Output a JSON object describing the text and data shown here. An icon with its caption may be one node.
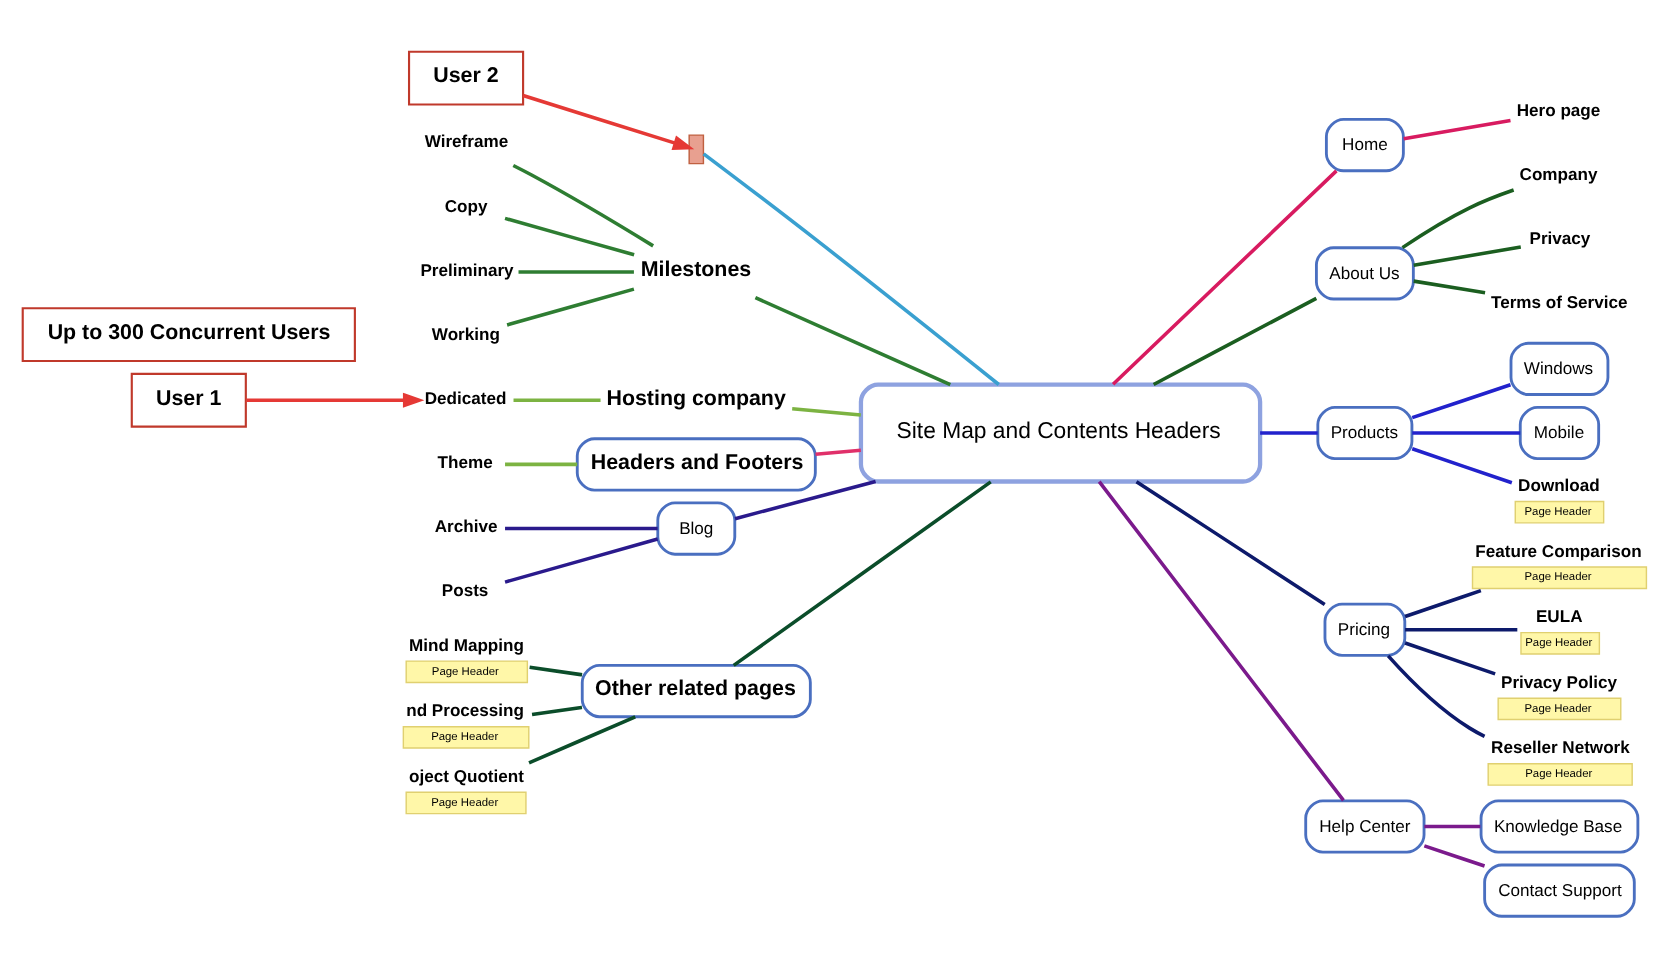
{
  "diagram": {
    "nodes": [
      {
        "text": [
          "Site Map and Contents Headers"
        ]
      },
      {
        "text": [
          "Home"
        ]
      },
      {
        "text": [
          "Hero page"
        ]
      },
      {
        "text": [
          "About Us"
        ]
      },
      {
        "text": [
          "Company"
        ]
      },
      {
        "text": [
          "Privacy"
        ]
      },
      {
        "text": [
          "Terms of Service"
        ]
      },
      {
        "text": [
          "Products"
        ]
      },
      {
        "text": [
          "Windows"
        ]
      },
      {
        "text": [
          "Mobile"
        ]
      },
      {
        "text": [
          "Download",
          "Page Header"
        ]
      },
      {
        "text": [
          "Pricing"
        ]
      },
      {
        "text": [
          "Feature Comparison",
          "Page Header"
        ]
      },
      {
        "text": [
          "EULA",
          "Page Header"
        ]
      },
      {
        "text": [
          "Privacy Policy",
          "Page Header"
        ]
      },
      {
        "text": [
          "Reseller Network",
          "Page Header"
        ]
      },
      {
        "text": [
          "Help Center"
        ]
      },
      {
        "text": [
          "Knowledge Base"
        ]
      },
      {
        "text": [
          "Contact Support"
        ]
      },
      {
        "text": [],
        "shape": "box"
      },
      {
        "text": [
          "Milestones"
        ]
      },
      {
        "text": [
          "Wireframe"
        ]
      },
      {
        "text": [
          "Copy"
        ]
      },
      {
        "text": [
          "Preliminary"
        ]
      },
      {
        "text": [
          "Working"
        ]
      },
      {
        "text": [
          "Hosting company"
        ]
      },
      {
        "text": [
          "Dedicated"
        ]
      },
      {
        "text": [
          "Headers and Footers"
        ]
      },
      {
        "text": [
          "Theme"
        ]
      },
      {
        "text": [
          "Blog"
        ]
      },
      {
        "text": [
          "Archive"
        ]
      },
      {
        "text": [
          "Posts"
        ]
      },
      {
        "text": [
          "Other related pages"
        ]
      },
      {
        "text": [
          "Mind Mapping",
          "Page Header"
        ]
      },
      {
        "text": [
          "nd Processing",
          "Page Header"
        ]
      },
      {
        "text": [
          "oject Quotient",
          "Page Header"
        ]
      },
      {
        "text": [
          "User 2"
        ]
      },
      {
        "text": [
          "User 1"
        ]
      },
      {
        "text": [
          "Up to 300 Concurrent Users"
        ]
      }
    ],
    "edges": [
      {
        "from": 0,
        "to": 1,
        "arrow": "none",
        "color": "#d81b60"
      },
      {
        "from": 1,
        "to": 2,
        "arrow": "none",
        "color": "#d81b60"
      },
      {
        "from": 0,
        "to": 3,
        "arrow": "none",
        "color": "#1b5e20"
      },
      {
        "from": 3,
        "to": 4,
        "arrow": "none",
        "color": "#1b5e20"
      },
      {
        "from": 3,
        "to": 5,
        "arrow": "none",
        "color": "#1b5e20"
      },
      {
        "from": 3,
        "to": 6,
        "arrow": "none",
        "color": "#1b5e20"
      },
      {
        "from": 0,
        "to": 7,
        "arrow": "none",
        "color": "#2222cc"
      },
      {
        "from": 7,
        "to": 8,
        "arrow": "none",
        "color": "#2222cc"
      },
      {
        "from": 7,
        "to": 9,
        "arrow": "none",
        "color": "#2222cc"
      },
      {
        "from": 7,
        "to": 10,
        "arrow": "none",
        "color": "#2222cc"
      },
      {
        "from": 0,
        "to": 11,
        "arrow": "none",
        "color": "#0d1a6b"
      },
      {
        "from": 11,
        "to": 12,
        "arrow": "none",
        "color": "#0d1a6b"
      },
      {
        "from": 11,
        "to": 13,
        "arrow": "none",
        "color": "#0d1a6b"
      },
      {
        "from": 11,
        "to": 14,
        "arrow": "none",
        "color": "#0d1a6b"
      },
      {
        "from": 11,
        "to": 15,
        "arrow": "none",
        "color": "#0d1a6b"
      },
      {
        "from": 0,
        "to": 16,
        "arrow": "none",
        "color": "#7b1a8c"
      },
      {
        "from": 16,
        "to": 17,
        "arrow": "none",
        "color": "#7b1a8c"
      },
      {
        "from": 16,
        "to": 18,
        "arrow": "none",
        "color": "#7b1a8c"
      },
      {
        "from": 0,
        "to": 19,
        "arrow": "none",
        "color": "#3aa0d0"
      },
      {
        "from": 0,
        "to": 20,
        "arrow": "none",
        "color": "#2e7d32"
      },
      {
        "from": 20,
        "to": 21,
        "arrow": "none",
        "color": "#2e7d32"
      },
      {
        "from": 20,
        "to": 22,
        "arrow": "none",
        "color": "#2e7d32"
      },
      {
        "from": 20,
        "to": 23,
        "arrow": "none",
        "color": "#2e7d32"
      },
      {
        "from": 20,
        "to": 24,
        "arrow": "none",
        "color": "#2e7d32"
      },
      {
        "from": 0,
        "to": 25,
        "arrow": "none",
        "color": "#7cb342"
      },
      {
        "from": 25,
        "to": 26,
        "arrow": "none",
        "color": "#7cb342"
      },
      {
        "from": 0,
        "to": 27,
        "arrow": "none",
        "color": "#e0306a"
      },
      {
        "from": 27,
        "to": 28,
        "arrow": "none",
        "color": "#7cb342"
      },
      {
        "from": 0,
        "to": 29,
        "arrow": "none",
        "color": "#2a1a8c"
      },
      {
        "from": 29,
        "to": 30,
        "arrow": "none",
        "color": "#2a1a8c"
      },
      {
        "from": 29,
        "to": 31,
        "arrow": "none",
        "color": "#2a1a8c"
      },
      {
        "from": 0,
        "to": 32,
        "arrow": "none",
        "color": "#0b4d2a"
      },
      {
        "from": 32,
        "to": 33,
        "arrow": "none",
        "color": "#0b4d2a"
      },
      {
        "from": 32,
        "to": 34,
        "arrow": "none",
        "color": "#0b4d2a"
      },
      {
        "from": 32,
        "to": 35,
        "arrow": "none",
        "color": "#0b4d2a"
      },
      {
        "from": 36,
        "to": 19,
        "arrow": "to",
        "color": "#e53935"
      },
      {
        "from": 37,
        "to": 26,
        "arrow": "to",
        "color": "#e53935"
      }
    ]
  }
}
